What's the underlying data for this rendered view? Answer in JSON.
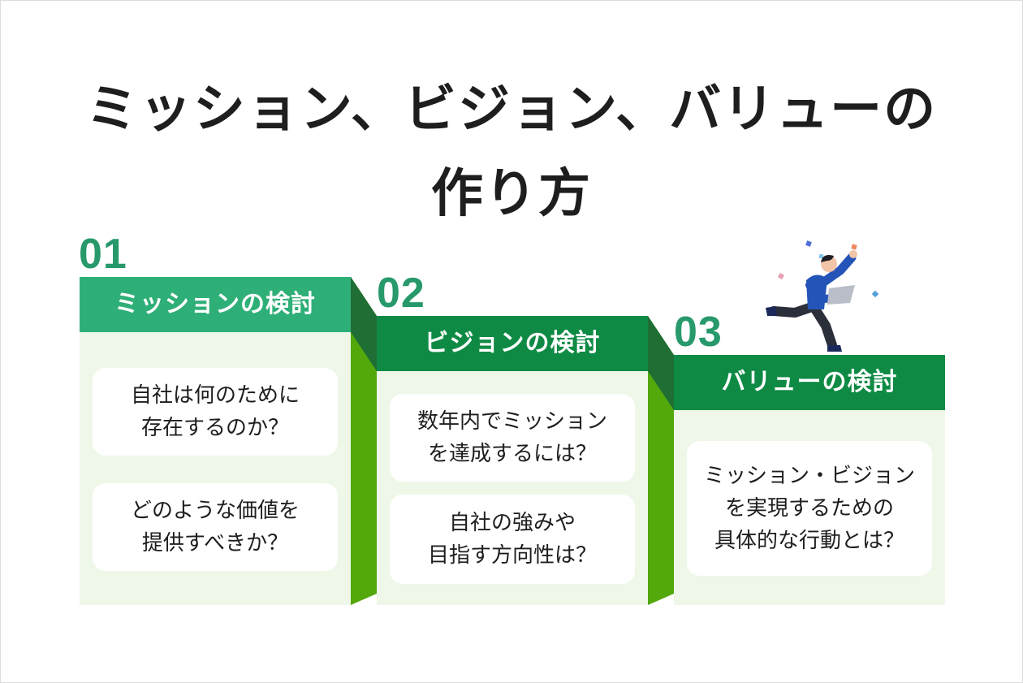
{
  "title": {
    "line1": "ミッション、ビジョン、バリューの",
    "line2": "作り方"
  },
  "colors": {
    "title": "#1e1e1e",
    "number": "#27996b",
    "head1": "#2faf78",
    "head2": "#0e8a44",
    "head3": "#0e8a44",
    "side_bright": "#53a80c",
    "side_dark": "#1f6e34",
    "body": "#eff7e9",
    "card": "#ffffff"
  },
  "steps": [
    {
      "number": "01",
      "heading": "ミッションの検討",
      "questions": [
        {
          "line1": "自社は何のために",
          "line2": "存在するのか？"
        },
        {
          "line1": "どのような価値を",
          "line2": "提供すべきか？"
        }
      ]
    },
    {
      "number": "02",
      "heading": "ビジョンの検討",
      "questions": [
        {
          "line1": "数年内でミッション",
          "line2": "を達成するには？"
        },
        {
          "line1": "自社の強みや",
          "line2": "目指す方向性は？"
        }
      ]
    },
    {
      "number": "03",
      "heading": "バリューの検討",
      "questions": [
        {
          "line1": "ミッション・ビジョン",
          "line2": "を実現するための",
          "line3": "具体的な行動とは？"
        }
      ]
    }
  ]
}
